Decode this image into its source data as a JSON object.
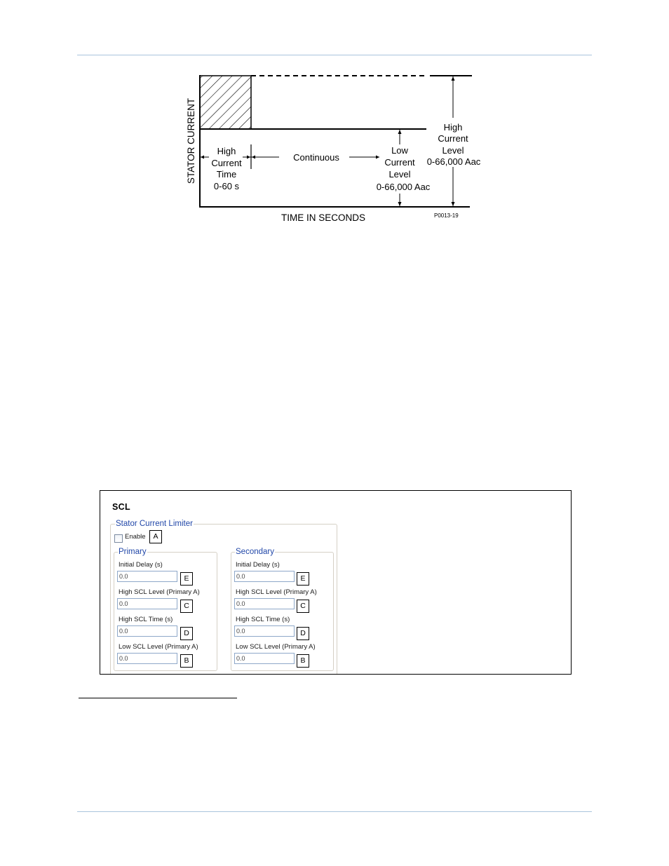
{
  "diagram": {
    "y_axis_label": "STATOR CURRENT",
    "x_axis_label": "TIME IN SECONDS",
    "high_current_time": [
      "High",
      "Current",
      "Time",
      "0-60 s"
    ],
    "continuous": "Continuous",
    "low_current_level": [
      "Low",
      "Current",
      "Level",
      "0-66,000 Aac"
    ],
    "high_current_level": [
      "High",
      "Current",
      "Level",
      "0-66,000 Aac"
    ],
    "figure_id": "P0013-19"
  },
  "scl": {
    "title": "SCL",
    "group_title": "Stator Current Limiter",
    "enable_label": "Enable",
    "enable_checked": false,
    "enable_callout": "A",
    "primary": {
      "title": "Primary",
      "fields": [
        {
          "label": "Initial Delay (s)",
          "value": "0.0",
          "callout": "E"
        },
        {
          "label": "High SCL Level (Primary A)",
          "value": "0.0",
          "callout": "C"
        },
        {
          "label": "High SCL Time (s)",
          "value": "0.0",
          "callout": "D"
        },
        {
          "label": "Low SCL Level (Primary A)",
          "value": "0.0",
          "callout": "B"
        }
      ]
    },
    "secondary": {
      "title": "Secondary",
      "fields": [
        {
          "label": "Initial Delay (s)",
          "value": "0.0",
          "callout": "E"
        },
        {
          "label": "High SCL Level (Primary A)",
          "value": "0.0",
          "callout": "C"
        },
        {
          "label": "High SCL Time (s)",
          "value": "0.0",
          "callout": "D"
        },
        {
          "label": "Low SCL Level (Primary A)",
          "value": "0.0",
          "callout": "B"
        }
      ]
    }
  }
}
